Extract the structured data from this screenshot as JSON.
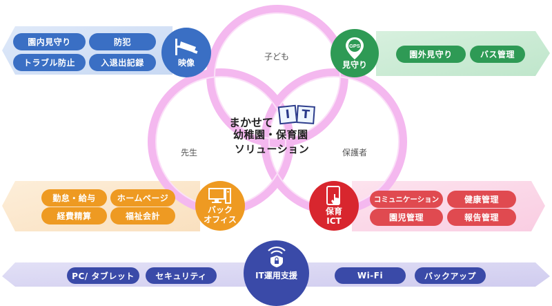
{
  "rings": {
    "top_label": "子ども",
    "left_label": "先生",
    "right_label": "保護者"
  },
  "center": {
    "line1": "まかせて",
    "it_letters": [
      "I",
      "T"
    ],
    "line2": "幼稚園・保育園",
    "line3": "ソリューション"
  },
  "video": {
    "hub_label": "映像",
    "icon": "security-camera-icon",
    "items": [
      "園内見守り",
      "防犯",
      "トラブル防止",
      "入退出記録"
    ]
  },
  "watch": {
    "hub_label": "見守り",
    "pin_text": "GPS",
    "icon": "gps-pin-icon",
    "items": [
      "園外見守り",
      "バス管理"
    ]
  },
  "backoffice": {
    "hub_label_1": "バック",
    "hub_label_2": "オフィス",
    "icon": "desktop-pc-icon",
    "items": [
      "勤怠・給与",
      "ホームページ",
      "経費精算",
      "福祉会計"
    ]
  },
  "ict": {
    "hub_label_1": "保育",
    "hub_label_2": "ICT",
    "icon": "tablet-touch-icon",
    "items": [
      "コミュニケーション",
      "健康管理",
      "園児管理",
      "報告管理"
    ]
  },
  "it_support": {
    "hub_label": "IT運用支援",
    "icon": "wifi-shield-icon",
    "items": [
      "PC/ タブレット",
      "セキュリティ",
      "Wi-Fi",
      "バックアップ"
    ]
  },
  "colors": {
    "ring": "#f4b8ef",
    "ring_inner": "#fbe0f8",
    "blue": "#3a6fc4",
    "green": "#2e9a55",
    "orange": "#ee9a22",
    "red": "#d8262e",
    "navy": "#3a4aa8"
  }
}
